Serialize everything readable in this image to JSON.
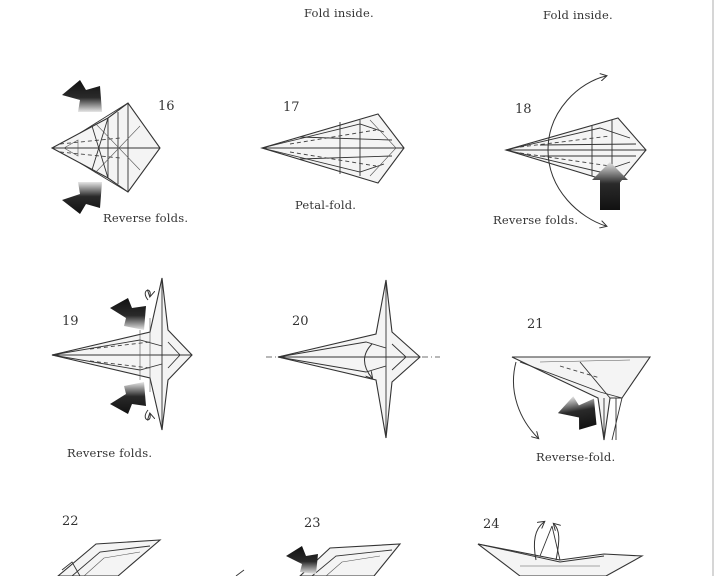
{
  "captions": {
    "top_left": "Fold inside.",
    "top_right": "Fold inside.",
    "step16": "Reverse folds.",
    "step17": "Petal-fold.",
    "step18": "Reverse folds.",
    "step19": "Reverse folds.",
    "step21": "Reverse-fold."
  },
  "steps": {
    "s16": "16",
    "s17": "17",
    "s18": "18",
    "s19": "19",
    "s20": "20",
    "s21": "21",
    "s22": "22",
    "s23": "23",
    "s24": "24"
  },
  "colors": {
    "push_arrow_dark": "#111111",
    "push_arrow_light": "#dddddd",
    "paper": "#f4f4f4",
    "line": "#333333"
  }
}
